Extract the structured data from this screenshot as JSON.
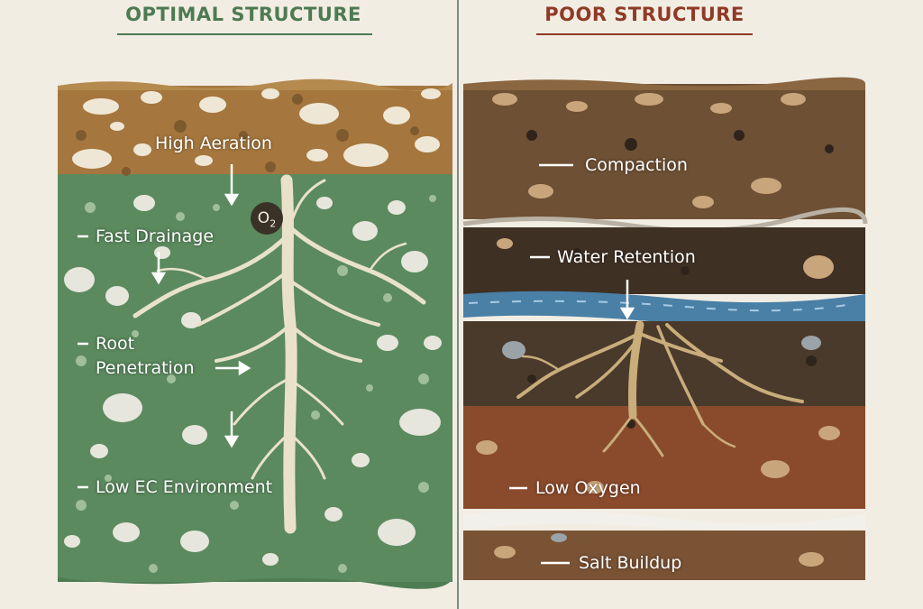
{
  "headings": {
    "left": "OPTIMAL STRUCTURE",
    "right": "POOR STRUCTURE"
  },
  "left_panel": {
    "labels": {
      "high_aeration": "High Aeration",
      "fast_drainage": "Fast Drainage",
      "root_line1": "Root",
      "root_line2": "Penetration",
      "low_ec": "Low EC Environment"
    },
    "o2_badge": {
      "symbol": "O",
      "subscript": "2"
    }
  },
  "right_panel": {
    "labels": {
      "compaction": "Compaction",
      "water_retention": "Water Retention",
      "low_oxygen": "Low Oxygen",
      "salt_buildup": "Salt Buildup"
    }
  },
  "colors": {
    "optimal_heading": "#4e7a52",
    "poor_heading": "#8f3a26",
    "topsoil": "#a5773e",
    "green_soil": "#5b8a5e",
    "dark_soil": "#4a3a2c",
    "water": "#4a7fa6",
    "red_clay": "#8a4a2c",
    "salt": "#f2f0ea",
    "root": "#e9e2c8",
    "poor_root": "#c9ad7a"
  }
}
